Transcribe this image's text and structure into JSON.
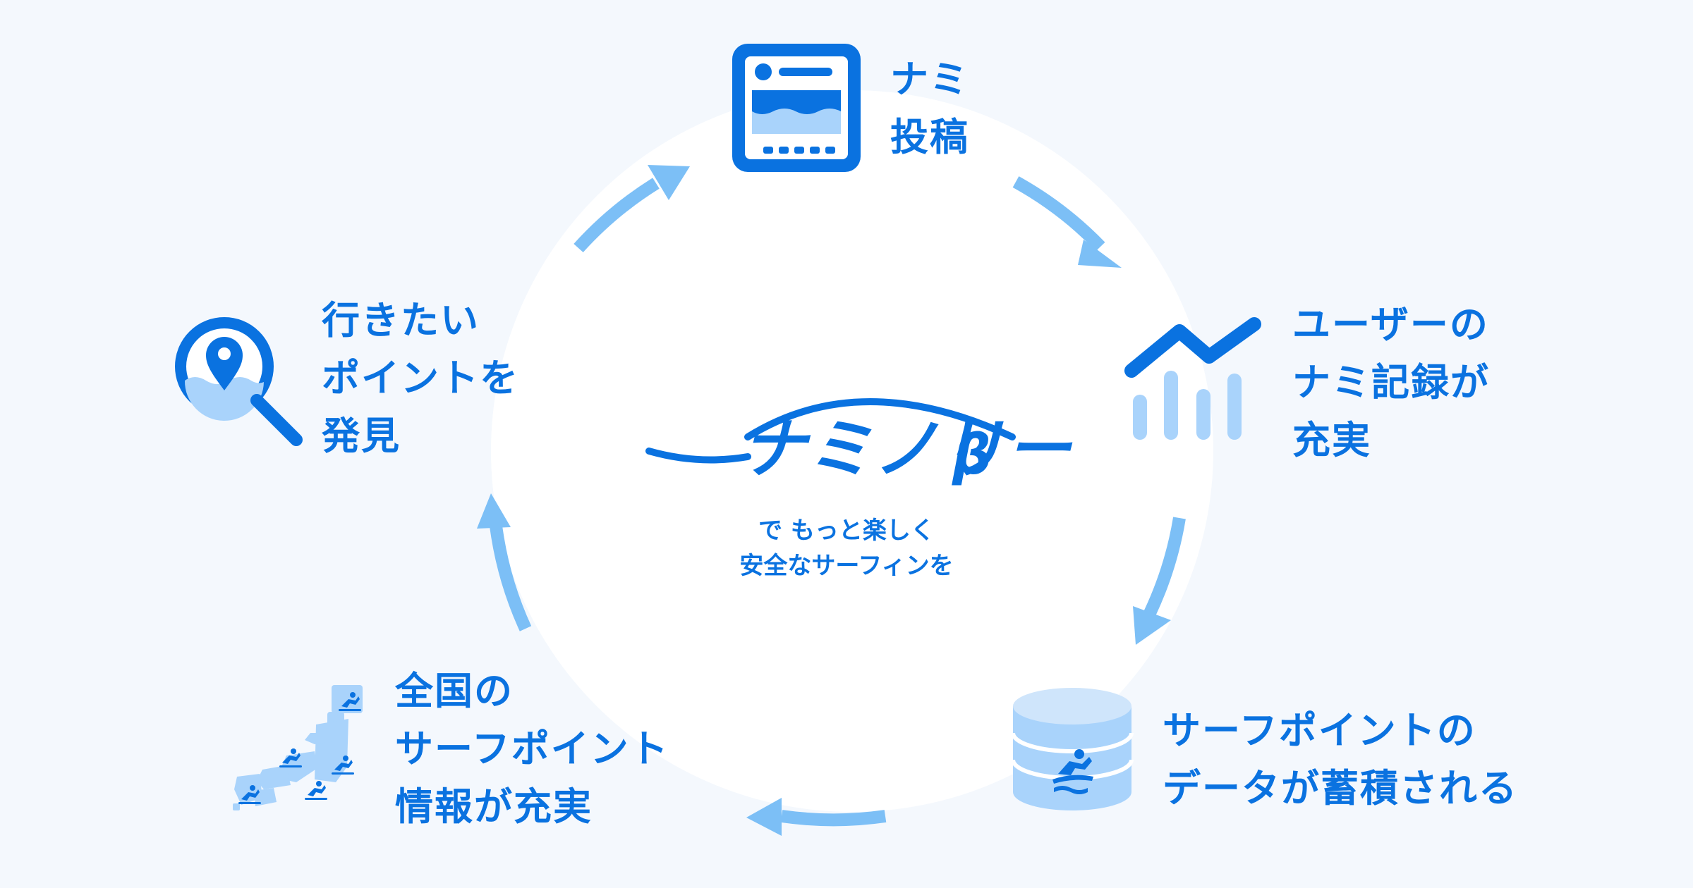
{
  "colors": {
    "primary": "#0a72e0",
    "light_blue": "#a9d3fb",
    "arrow_blue": "#7cbff6",
    "background": "#f4f8fd",
    "center_circle": "#ffffff"
  },
  "center": {
    "logo_text": "ナミノリー",
    "logo_suffix": "β",
    "tagline": [
      "で もっと楽しく",
      "安全なサーフィンを"
    ]
  },
  "steps": [
    {
      "id": "post",
      "icon": "wave-post-card-icon",
      "lines": [
        "ナミ",
        "投稿"
      ]
    },
    {
      "id": "records",
      "icon": "trend-chart-icon",
      "lines": [
        "ユーザーの",
        "ナミ記録が",
        "充実"
      ]
    },
    {
      "id": "data",
      "icon": "surfer-database-icon",
      "lines": [
        "サーフポイントの",
        "データが蓄積される"
      ]
    },
    {
      "id": "spots",
      "icon": "japan-surf-map-icon",
      "lines": [
        "全国の",
        "サーフポイント",
        "情報が充実"
      ]
    },
    {
      "id": "discover",
      "icon": "location-search-icon",
      "lines": [
        "行きたい",
        "ポイントを",
        "発見"
      ]
    }
  ]
}
